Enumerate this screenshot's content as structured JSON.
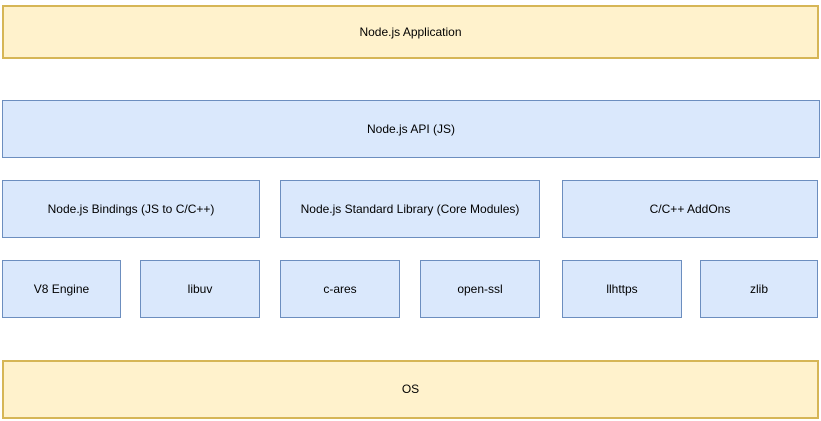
{
  "colors": {
    "background": "#ffffff",
    "layer_fill_yellow": "#fff2cc",
    "layer_border_yellow": "#d6b656",
    "layer_fill_blue": "#dae8fc",
    "layer_border_blue": "#6c8ebf",
    "text": "#000000"
  },
  "layers": {
    "application": {
      "label": "Node.js Application"
    },
    "api": {
      "label": "Node.js API (JS)"
    },
    "middle": [
      {
        "label": "Node.js Bindings (JS to C/C++)"
      },
      {
        "label": "Node.js Standard Library (Core Modules)"
      },
      {
        "label": "C/C++ AddOns"
      }
    ],
    "components": [
      {
        "label": "V8 Engine"
      },
      {
        "label": "libuv"
      },
      {
        "label": "c-ares"
      },
      {
        "label": "open-ssl"
      },
      {
        "label": "llhttps"
      },
      {
        "label": "zlib"
      }
    ],
    "os": {
      "label": "OS"
    }
  }
}
